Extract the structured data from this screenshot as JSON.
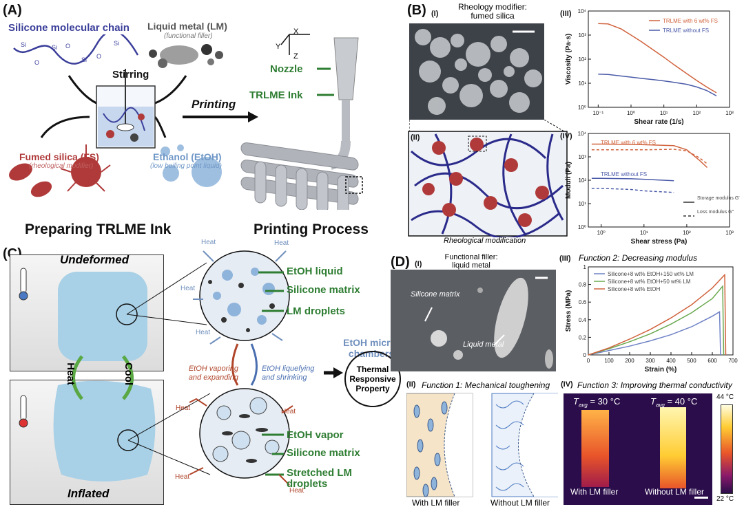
{
  "panelA": {
    "label": "(A)",
    "silicone": "Silicone molecular chain",
    "lm": "Liquid metal (LM)",
    "lm_sub": "(functional filler)",
    "stirring": "Stirring",
    "fs": "Fumed silica (FS)",
    "fs_sub": "(rheological modifier)",
    "etoh": "Ethanol (EtOH)",
    "etoh_sub": "(low boiling point liquid)",
    "printing": "Printing",
    "nozzle": "Nozzle",
    "ink": "TRLME Ink",
    "axis_x": "X",
    "axis_y": "Y",
    "axis_z": "Z",
    "prep_title": "Preparing TRLME Ink",
    "print_title": "Printing Process"
  },
  "panelB": {
    "label": "(B)",
    "i_label": "(I)",
    "i_title": "Rheology modifier: fumed silica",
    "ii_label": "(II)",
    "ii_caption": "Rheological modification",
    "iii_label": "(III)",
    "iv_label": "(IV)"
  },
  "panelC": {
    "label": "(C)",
    "undeformed": "Undeformed",
    "inflated": "Inflated",
    "heat": "Heat",
    "cool": "Cool",
    "heat_tag": "Heat",
    "etoh_liquid": "EtOH liquid",
    "silicone_matrix": "Silicone matrix",
    "lm_droplets": "LM droplets",
    "etoh_vapor": "EtOH vapor",
    "stretched": "Stretched LM droplets",
    "vaporing": "EtOH vaporing and expanding",
    "liquefying": "EtOH liquefying and shrinking",
    "micro": "EtOH micro-chambers",
    "thermal": "Thermal Responsive Property"
  },
  "panelD": {
    "label": "(D)",
    "i_label": "(I)",
    "i_title": "Functional filler: liquid metal",
    "sem_matrix": "Silicone matrix",
    "sem_lm": "Liquid metal",
    "ii_label": "(II)",
    "ii_title": "Function 1: Mechanical toughening",
    "with_lm": "With LM filler",
    "without_lm": "Without LM filler",
    "iii_label": "(III)",
    "iii_title": "Function 2: Decreasing modulus",
    "iv_label": "(IV)",
    "iv_title": "Function 3: Improving thermal conductivity",
    "t1": "T",
    "t1_sub": "avg",
    "t1_val": " = 30 °C",
    "t2": "T",
    "t2_sub": "avg",
    "t2_val": " = 40 °C",
    "ir_with": "With LM filler",
    "ir_without": "Without LM filler",
    "scale_top": "44 °C",
    "scale_bot": "22 °C"
  },
  "chart_data": [
    {
      "type": "line",
      "title": "",
      "xlabel": "Shear rate (1/s)",
      "ylabel": "Viscosity (Pa·s)",
      "xscale": "log",
      "yscale": "log",
      "xlim": [
        0.05,
        1000
      ],
      "ylim": [
        1,
        10000
      ],
      "xticks": [
        "10⁻¹",
        "10⁰",
        "10¹",
        "10²",
        "10³"
      ],
      "yticks": [
        "10⁰",
        "10¹",
        "10²",
        "10³",
        "10⁴"
      ],
      "legend": "top-right",
      "series": [
        {
          "name": "TRLME with 6 wt% FS",
          "color": "#d0623c",
          "x": [
            0.1,
            0.2,
            0.5,
            1,
            2,
            5,
            10,
            20,
            50,
            100,
            200,
            400
          ],
          "y": [
            3000,
            2900,
            1800,
            1000,
            550,
            230,
            120,
            60,
            25,
            13,
            7,
            4
          ]
        },
        {
          "name": "TRLME without FS",
          "color": "#4a5aa8",
          "x": [
            0.1,
            0.2,
            0.5,
            1,
            2,
            5,
            10,
            20,
            50,
            100,
            200,
            400
          ],
          "y": [
            24,
            23,
            20,
            18,
            16,
            14,
            12.5,
            11,
            9,
            7,
            5,
            3
          ]
        }
      ]
    },
    {
      "type": "line",
      "title": "",
      "xlabel": "Shear stress (Pa)",
      "ylabel": "Moduli (Pa)",
      "xscale": "log",
      "yscale": "log",
      "xlim": [
        0.5,
        1000
      ],
      "ylim": [
        1,
        10000
      ],
      "xticks": [
        "10⁰",
        "10¹",
        "10²",
        "10³"
      ],
      "yticks": [
        "10⁰",
        "10¹",
        "10²",
        "10³",
        "10⁴"
      ],
      "annotations": [
        "TRLME with 6 wt% FS",
        "TRLME without FS"
      ],
      "legend_items": [
        "Storage modulus G'",
        "Loss modulus G''"
      ],
      "series": [
        {
          "name": "TRLME with 6 wt% FS",
          "color": "#d0623c",
          "style": "solid",
          "x": [
            0.6,
            1,
            5,
            10,
            50,
            100,
            200,
            300
          ],
          "y": [
            3500,
            3500,
            3400,
            3300,
            3000,
            2000,
            700,
            350
          ]
        },
        {
          "name": "TRLME with 6 wt% FS",
          "color": "#d0623c",
          "style": "dashed",
          "x": [
            0.6,
            1,
            5,
            10,
            50,
            100,
            200,
            300
          ],
          "y": [
            2000,
            2000,
            2000,
            2000,
            2100,
            1800,
            900,
            500
          ]
        },
        {
          "name": "TRLME without FS",
          "color": "#4a5aa8",
          "style": "solid",
          "x": [
            0.6,
            1,
            5,
            10,
            50
          ],
          "y": [
            120,
            120,
            115,
            110,
            95
          ]
        },
        {
          "name": "TRLME without FS",
          "color": "#4a5aa8",
          "style": "dashed",
          "x": [
            0.6,
            1,
            5,
            10,
            50
          ],
          "y": [
            45,
            45,
            40,
            35,
            30
          ]
        }
      ]
    },
    {
      "type": "line",
      "title": "",
      "xlabel": "Strain (%)",
      "ylabel": "Stress (MPa)",
      "xlim": [
        0,
        700
      ],
      "ylim": [
        0,
        1.0
      ],
      "xticks": [
        0,
        100,
        200,
        300,
        400,
        500,
        600,
        700
      ],
      "yticks": [
        0.0,
        0.2,
        0.4,
        0.6,
        0.8,
        1.0
      ],
      "legend": "top-left",
      "series": [
        {
          "name": "Silicone+8 wt% EtOH+150 wt% LM",
          "color": "#6f82c6",
          "x": [
            0,
            100,
            200,
            300,
            400,
            500,
            600,
            635,
            640
          ],
          "y": [
            0,
            0.05,
            0.1,
            0.16,
            0.23,
            0.32,
            0.44,
            0.49,
            0
          ]
        },
        {
          "name": "Silicone+8 wt% EtOH+50 wt% LM",
          "color": "#6aa84f",
          "x": [
            0,
            100,
            200,
            300,
            400,
            500,
            600,
            650,
            655
          ],
          "y": [
            0,
            0.07,
            0.15,
            0.24,
            0.35,
            0.48,
            0.64,
            0.78,
            0
          ]
        },
        {
          "name": "Silicone+8 wt% EtOH",
          "color": "#d0623c",
          "x": [
            0,
            100,
            200,
            300,
            400,
            500,
            600,
            660,
            665
          ],
          "y": [
            0,
            0.08,
            0.18,
            0.29,
            0.42,
            0.57,
            0.76,
            0.91,
            0
          ]
        }
      ]
    }
  ]
}
